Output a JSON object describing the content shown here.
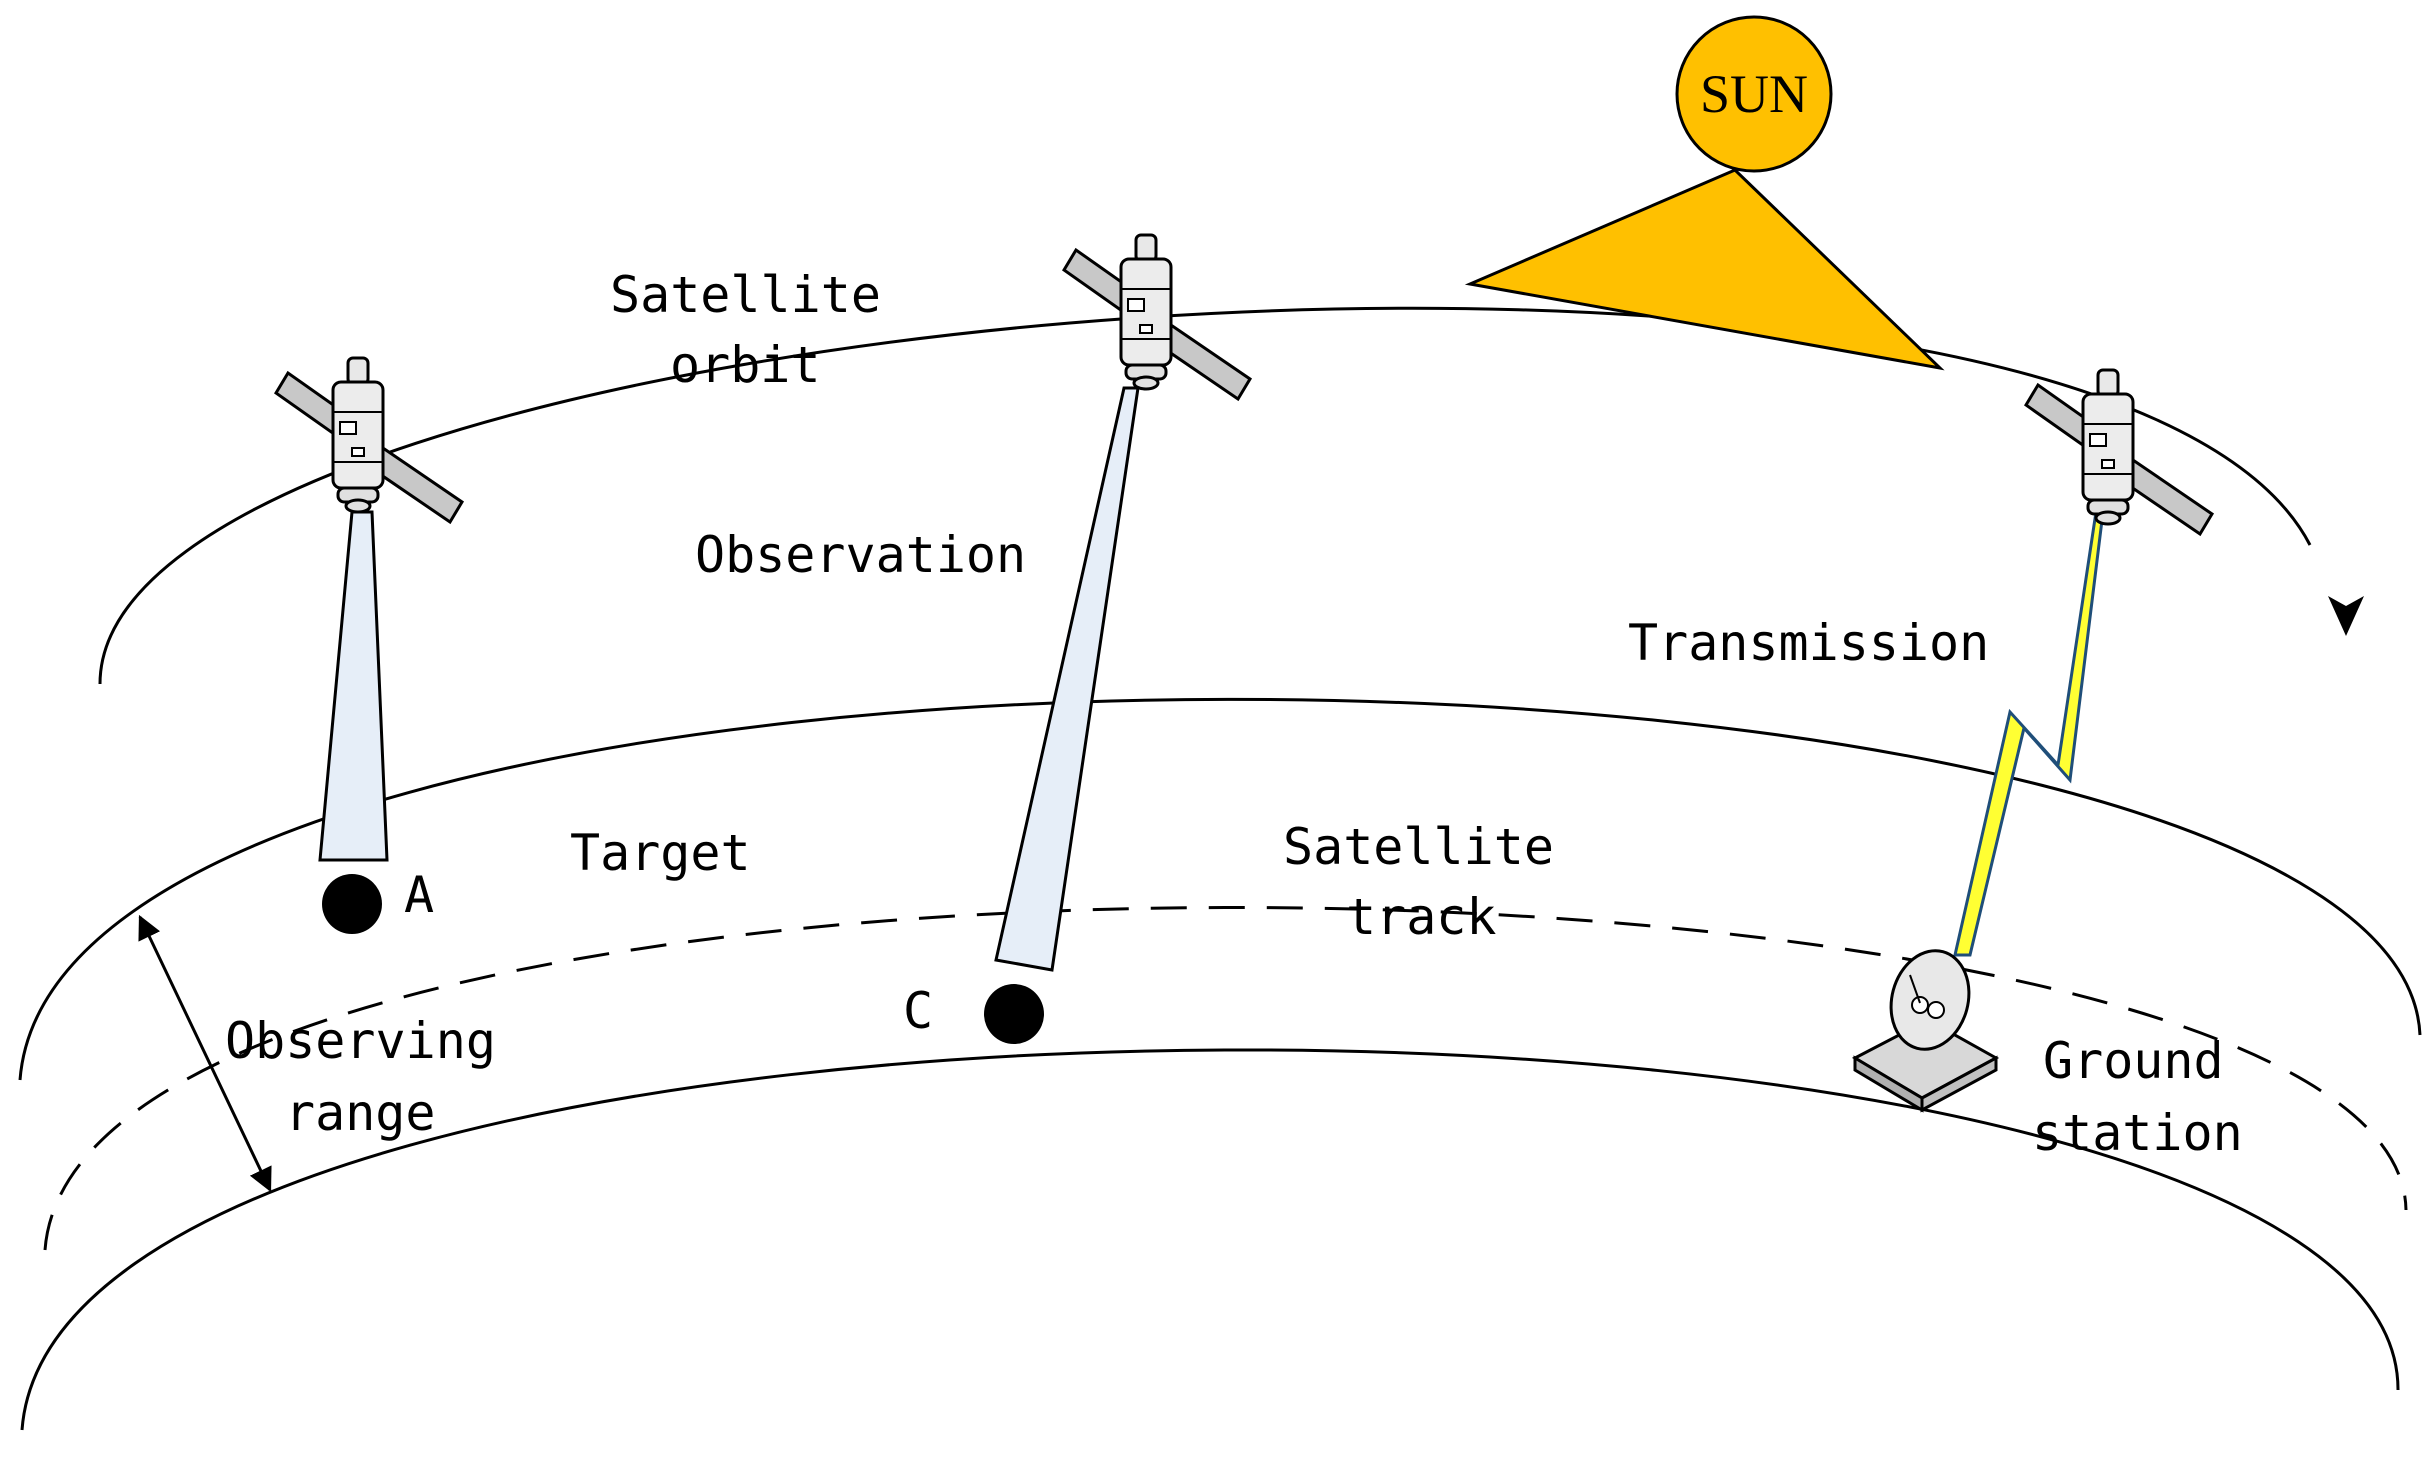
{
  "labels": {
    "sun": "SUN",
    "satellite_orbit_line1": "Satellite",
    "satellite_orbit_line2": "orbit",
    "observation": "Observation",
    "transmission": "Transmission",
    "target": "Target",
    "point_a": "A",
    "point_c": "C",
    "satellite_track_line1": "Satellite",
    "satellite_track_line2": "track",
    "observing_range_line1": "Observing",
    "observing_range_line2": "range",
    "ground_station_line1": "Ground",
    "ground_station_line2": "station"
  },
  "colors": {
    "sun": "#FFC000",
    "beam": "#E6EEF8",
    "lightning": "#FFFF33",
    "lightning_edge": "#1F4E79",
    "target": "#000000"
  },
  "icons": [
    "satellite-icon",
    "ground-station-dish-icon",
    "sun-icon",
    "lightning-bolt-icon"
  ]
}
